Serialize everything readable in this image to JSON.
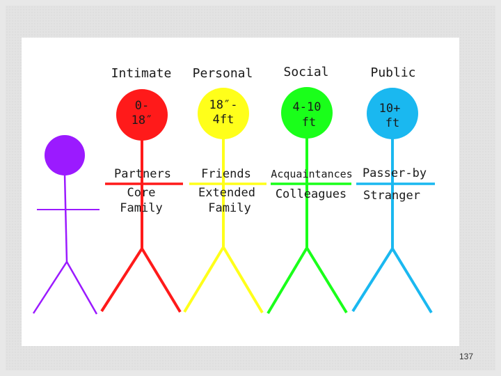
{
  "diagram": {
    "zones": [
      {
        "title": "Intimate",
        "range_line1": "0-",
        "range_line2": "18″",
        "upper": "Partners",
        "lower_line1": "Core",
        "lower_line2": "Family",
        "color": "#ff1a1a"
      },
      {
        "title": "Personal",
        "range_line1": "18″-",
        "range_line2": "4ft",
        "upper": "Friends",
        "lower_line1": "Extended",
        "lower_line2": "Family",
        "color": "#ffff1a"
      },
      {
        "title": "Social",
        "range_line1": "4-10",
        "range_line2": "ft",
        "upper": "Acquaintances",
        "lower_line1": "Colleagues",
        "lower_line2": "",
        "color": "#1aff1a"
      },
      {
        "title": "Public",
        "range_line1": "10+",
        "range_line2": "ft",
        "upper": "Passer-by",
        "lower_line1": "Stranger",
        "lower_line2": "",
        "color": "#1ab8f0"
      }
    ],
    "self_color": "#9b1aff"
  },
  "footer": {
    "page_number": "137"
  }
}
